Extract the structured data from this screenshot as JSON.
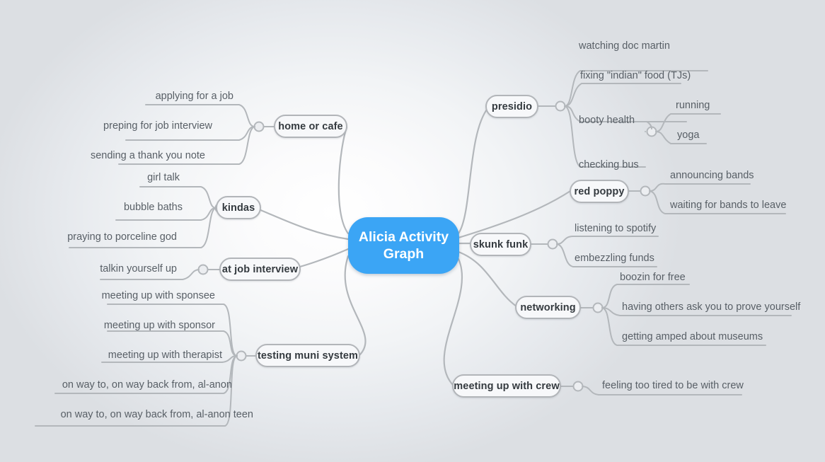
{
  "root": {
    "label": "Alicia Activity Graph"
  },
  "colors": {
    "root_fill": "#3ba5f5",
    "root_text": "#ffffff",
    "node_fill": "#f7f8fa",
    "node_border": "#b2b5b9",
    "node_text": "#343a3f",
    "leaf_text": "#585f66",
    "wire": "#b3b7bb",
    "background": "#dcdfe3"
  },
  "branches": {
    "presidio": {
      "label": "presidio",
      "children": [
        {
          "label": "watching doc martin"
        },
        {
          "label": "fixing \"indian\" food (TJs)"
        },
        {
          "label": "booty health",
          "children": [
            {
              "label": "running"
            },
            {
              "label": "yoga"
            }
          ]
        },
        {
          "label": "checking bus"
        }
      ]
    },
    "red_poppy": {
      "label": "red poppy",
      "children": [
        {
          "label": "announcing bands"
        },
        {
          "label": "waiting for bands to leave"
        }
      ]
    },
    "skunk_funk": {
      "label": "skunk funk",
      "children": [
        {
          "label": "listening to spotify"
        },
        {
          "label": "embezzling funds"
        }
      ]
    },
    "networking": {
      "label": "networking",
      "children": [
        {
          "label": "boozin for free"
        },
        {
          "label": "having others ask you to prove yourself"
        },
        {
          "label": "getting amped about museums"
        }
      ]
    },
    "meeting_up_with_crew": {
      "label": "meeting up with crew",
      "children": [
        {
          "label": "feeling too tired to be with crew"
        }
      ]
    },
    "home_or_cafe": {
      "label": "home or cafe",
      "children": [
        {
          "label": "applying for a job"
        },
        {
          "label": "preping for job interview"
        },
        {
          "label": "sending a thank you note"
        }
      ]
    },
    "kindas": {
      "label": "kindas",
      "children": [
        {
          "label": "girl talk"
        },
        {
          "label": "bubble baths"
        },
        {
          "label": "praying to porceline god"
        }
      ]
    },
    "at_job_interview": {
      "label": "at job interview",
      "children": [
        {
          "label": "talkin yourself up"
        }
      ]
    },
    "testing_muni_system": {
      "label": "testing muni system",
      "children": [
        {
          "label": "meeting up with sponsee"
        },
        {
          "label": "meeting up with sponsor"
        },
        {
          "label": "meeting up with therapist"
        },
        {
          "label": "on way to, on way back from, al-anon"
        },
        {
          "label": "on way to, on way back from, al-anon teen"
        }
      ]
    }
  }
}
